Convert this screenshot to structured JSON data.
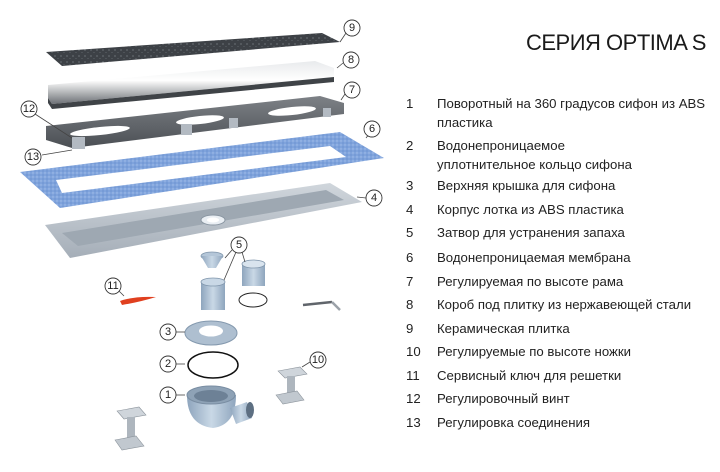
{
  "title": "СЕРИЯ OPTIMA S",
  "legend": [
    {
      "num": "1",
      "text": "Поворотный на 360 градусов сифон из ABS пластика"
    },
    {
      "num": "2",
      "text": "Водонепроницаемое уплотнительное кольцо сифона"
    },
    {
      "num": "3",
      "text": "Верхняя крышка для сифона"
    },
    {
      "num": "4",
      "text": "Корпус лотка из ABS пластика"
    },
    {
      "num": "5",
      "text": "Затвор для устранения запаха"
    },
    {
      "num": "6",
      "text": "Водонепроницаемая мембрана"
    },
    {
      "num": "7",
      "text": "Регулируемая по высоте рама"
    },
    {
      "num": "8",
      "text": "Короб под плитку из нержавеющей стали"
    },
    {
      "num": "9",
      "text": "Керамическая плитка"
    },
    {
      "num": "10",
      "text": "Регулируемые по высоте ножки"
    },
    {
      "num": "11",
      "text": "Сервисный ключ для решетки"
    },
    {
      "num": "12",
      "text": "Регулировочный винт"
    },
    {
      "num": "13",
      "text": "Регулировка соединения"
    }
  ],
  "callouts": [
    "1",
    "2",
    "3",
    "4",
    "5",
    "6",
    "7",
    "8",
    "9",
    "10",
    "11",
    "12",
    "13"
  ],
  "colors": {
    "membrane": "#6f97d6",
    "tray": "#b9c2cb",
    "siphon": "#a9bfd6",
    "key": "#e0401f",
    "tile": "#3b3f44",
    "steel": "#8b9096",
    "frame": "#5b5f64"
  }
}
